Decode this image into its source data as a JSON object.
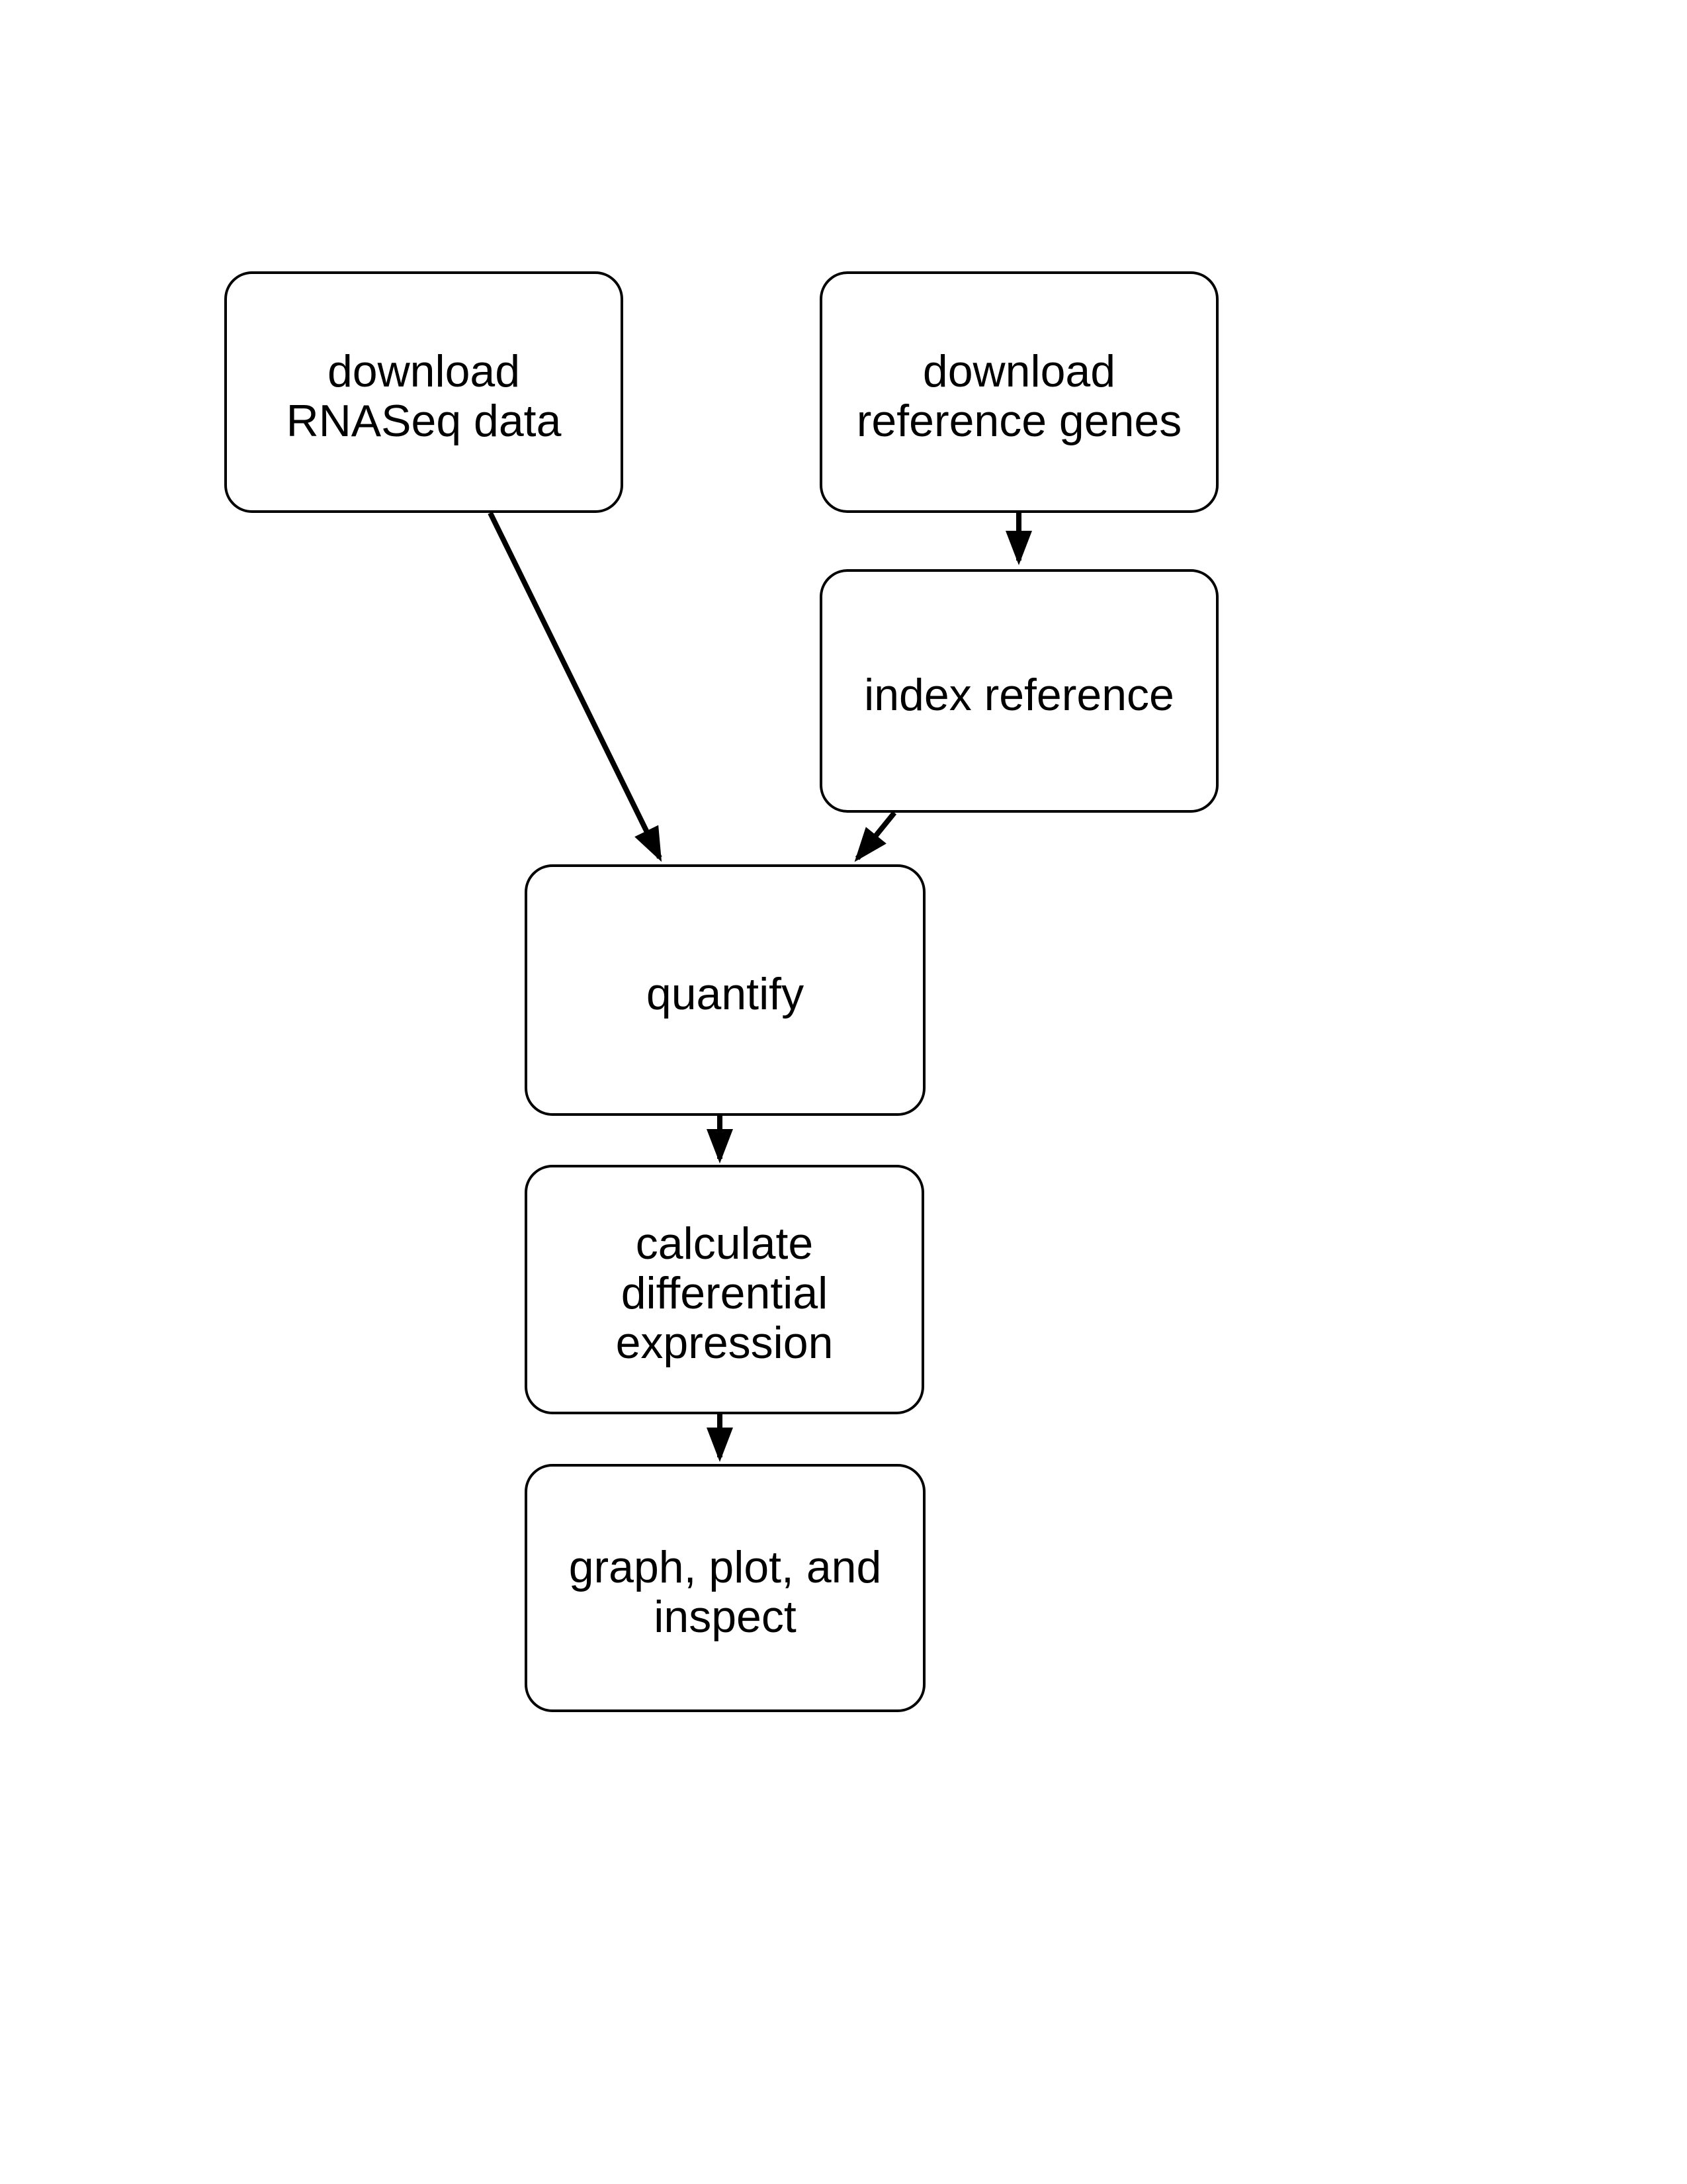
{
  "diagram": {
    "title": "RNASeq analysis workflow flowchart",
    "background_color": "#ffffff",
    "node_border_color": "#000000",
    "node_fill_color": "#ffffff",
    "text_color": "#000000",
    "arrow_color": "#000000",
    "nodes": [
      {
        "id": "download-rnaseq-data",
        "label": "download\nRNASeq data"
      },
      {
        "id": "download-reference-genes",
        "label": "download\nreference genes"
      },
      {
        "id": "index-reference",
        "label": "index reference"
      },
      {
        "id": "quantify",
        "label": "quantify"
      },
      {
        "id": "calculate-differential-expression",
        "label": "calculate\ndifferential\nexpression"
      },
      {
        "id": "graph-plot-and-inspect",
        "label": "graph, plot, and\ninspect"
      }
    ],
    "edges": [
      {
        "from": "download-rnaseq-data",
        "to": "quantify"
      },
      {
        "from": "download-reference-genes",
        "to": "index-reference"
      },
      {
        "from": "index-reference",
        "to": "quantify"
      },
      {
        "from": "quantify",
        "to": "calculate-differential-expression"
      },
      {
        "from": "calculate-differential-expression",
        "to": "graph-plot-and-inspect"
      }
    ]
  }
}
